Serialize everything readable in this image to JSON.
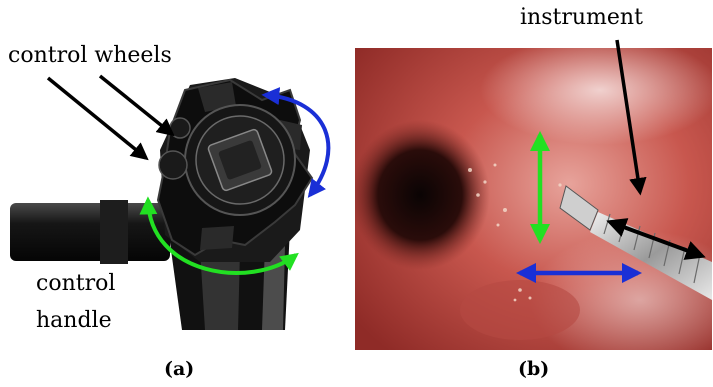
{
  "panel_a": {
    "labels": {
      "control_wheels": "control wheels",
      "control_line1": "control",
      "control_line2": "handle"
    },
    "caption": "(a)"
  },
  "panel_b": {
    "labels": {
      "instrument": "instrument"
    },
    "caption": "(b)"
  },
  "colors": {
    "blue_arrow": "#1a2fd6",
    "green_arrow": "#22e022",
    "black_arrow": "#000000",
    "tissue": "#c9564d"
  }
}
